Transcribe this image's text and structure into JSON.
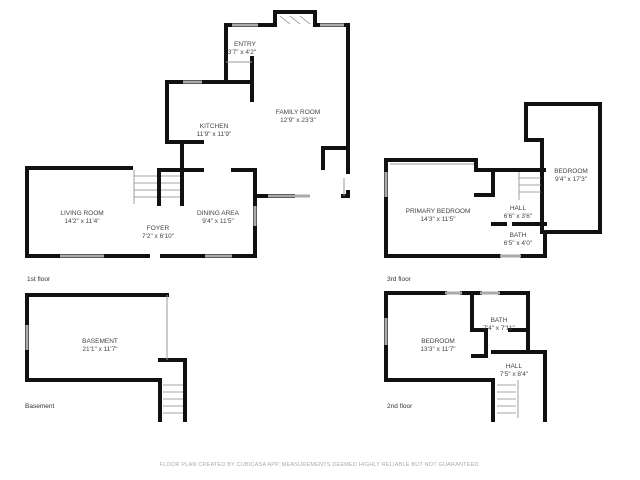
{
  "floors": {
    "first": {
      "label": "1st floor",
      "rooms": {
        "entry": {
          "name": "ENTRY",
          "size": "3'7\" x 4'2\""
        },
        "family": {
          "name": "FAMILY ROOM",
          "size": "12'9\" x 23'3\""
        },
        "kitchen": {
          "name": "KITCHEN",
          "size": "11'9\" x 11'9\""
        },
        "living": {
          "name": "LIVING ROOM",
          "size": "14'2\" x 11'4\""
        },
        "foyer": {
          "name": "FOYER",
          "size": "7'2\" x 6'10\""
        },
        "dining": {
          "name": "DINING AREA",
          "size": "9'4\" x 11'5\""
        }
      }
    },
    "basement": {
      "label": "Basement",
      "rooms": {
        "basement": {
          "name": "BASEMENT",
          "size": "21'1\" x 11'7\""
        }
      }
    },
    "third": {
      "label": "3rd floor",
      "rooms": {
        "primary": {
          "name": "PRIMARY BEDROOM",
          "size": "14'3\" x 11'5\""
        },
        "hall": {
          "name": "HALL",
          "size": "6'6\" x 3'6\""
        },
        "bath": {
          "name": "BATH",
          "size": "6'5\" x 4'0\""
        },
        "bedroom": {
          "name": "BEDROOM",
          "size": "9'4\" x 17'3\""
        }
      }
    },
    "second": {
      "label": "2nd floor",
      "rooms": {
        "bedroom": {
          "name": "BEDROOM",
          "size": "13'3\" x 11'7\""
        },
        "bath": {
          "name": "BATH",
          "size": "7'4\" x 7'11\""
        },
        "hall": {
          "name": "HALL",
          "size": "7'5\" x 8'4\""
        }
      }
    }
  },
  "footer": "FLOOR PLAN CREATED BY CUBICASA APP. MEASUREMENTS DEEMED HIGHLY RELIABLE BUT NOT GUARANTEED.",
  "colors": {
    "wall": "#111111",
    "window": "#aaaaaa",
    "text": "#444444"
  }
}
